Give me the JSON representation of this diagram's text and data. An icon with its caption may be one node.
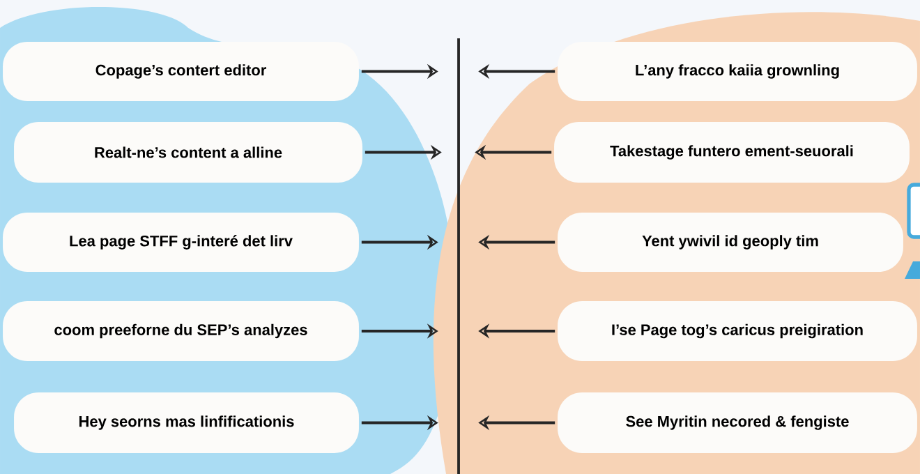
{
  "diagram": {
    "nodes": [
      {
        "text": [
          "Copage’s contert editor"
        ]
      },
      {
        "text": [
          "L’any fracco kaiia grownling"
        ]
      },
      {
        "text": [
          "Realt-ne’s content a alline"
        ]
      },
      {
        "text": [
          "Takestage funtero ement-seuorali"
        ]
      },
      {
        "text": [
          "Lea page STFF g-interé det lirv"
        ]
      },
      {
        "text": [
          "Yent ywivil id geoply tim"
        ]
      },
      {
        "text": [
          "coom preeforne du SEP’s analyzes"
        ]
      },
      {
        "text": [
          "I’se Page tog’s caricus preigiration"
        ]
      },
      {
        "text": [
          "Hey seorns mas linfificationis"
        ]
      },
      {
        "text": [
          "See Myritin necored & fengiste"
        ]
      }
    ],
    "edges": [
      {
        "from": 0,
        "to": null,
        "arrow": "to"
      },
      {
        "from": 1,
        "to": null,
        "arrow": "to"
      },
      {
        "from": 2,
        "to": null,
        "arrow": "to"
      },
      {
        "from": 3,
        "to": null,
        "arrow": "to"
      },
      {
        "from": 4,
        "to": null,
        "arrow": "to"
      },
      {
        "from": 5,
        "to": null,
        "arrow": "to"
      },
      {
        "from": 6,
        "to": null,
        "arrow": "to"
      },
      {
        "from": 7,
        "to": null,
        "arrow": "to"
      },
      {
        "from": 8,
        "to": null,
        "arrow": "to"
      },
      {
        "from": 9,
        "to": null,
        "arrow": "to"
      }
    ]
  }
}
